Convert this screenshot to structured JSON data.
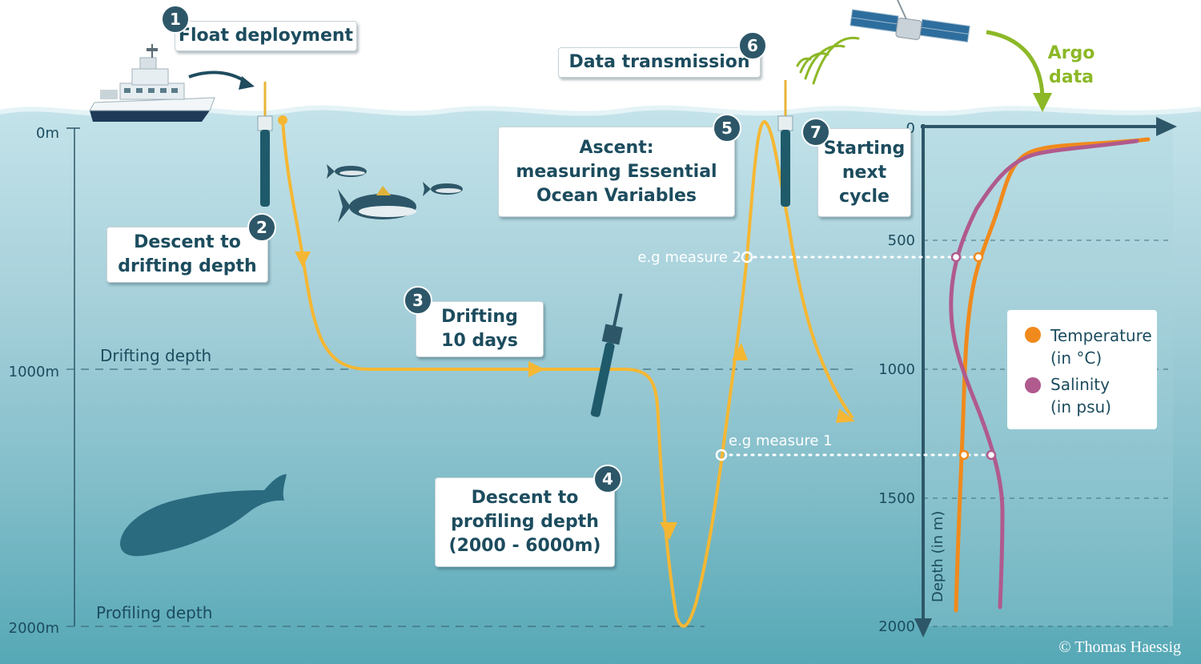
{
  "steps": {
    "s1": {
      "num": "1",
      "label": "Float deployment"
    },
    "s2": {
      "num": "2",
      "line1": "Descent to",
      "line2": "drifting depth"
    },
    "s3": {
      "num": "3",
      "line1": "Drifting",
      "line2": "10 days"
    },
    "s4": {
      "num": "4",
      "line1": "Descent to",
      "line2": "profiling depth",
      "line3": "(2000 - 6000m)"
    },
    "s5": {
      "num": "5",
      "line1": "Ascent:",
      "line2": "measuring Essential",
      "line3": "Ocean Variables"
    },
    "s6": {
      "num": "6",
      "label": "Data transmission"
    },
    "s7": {
      "num": "7",
      "line1": "Starting",
      "line2": "next",
      "line3": "cycle"
    }
  },
  "depth_scale": {
    "labels": [
      "0m",
      "1000m",
      "2000m"
    ],
    "drifting_label": "Drifting depth",
    "profiling_label": "Profiling depth"
  },
  "measures": {
    "m1": "e.g measure 1",
    "m2": "e.g measure 2"
  },
  "argo_label": {
    "line1": "Argo",
    "line2": "data"
  },
  "profile_chart": {
    "y_ticks": [
      "0",
      "500",
      "1000",
      "1500",
      "2000"
    ],
    "ylabel": "Depth (in m)"
  },
  "legend": {
    "temperature": {
      "line1": "Temperature",
      "line2": "(in °C)"
    },
    "salinity": {
      "line1": "Salinity",
      "line2": "(in psu)"
    }
  },
  "credit": "© Thomas Haessig",
  "colors": {
    "trajectory": "#f5b733",
    "temperature": "#f08a1c",
    "salinity": "#b05a8e",
    "accent_green": "#8cb827",
    "text": "#1c4c5e"
  }
}
